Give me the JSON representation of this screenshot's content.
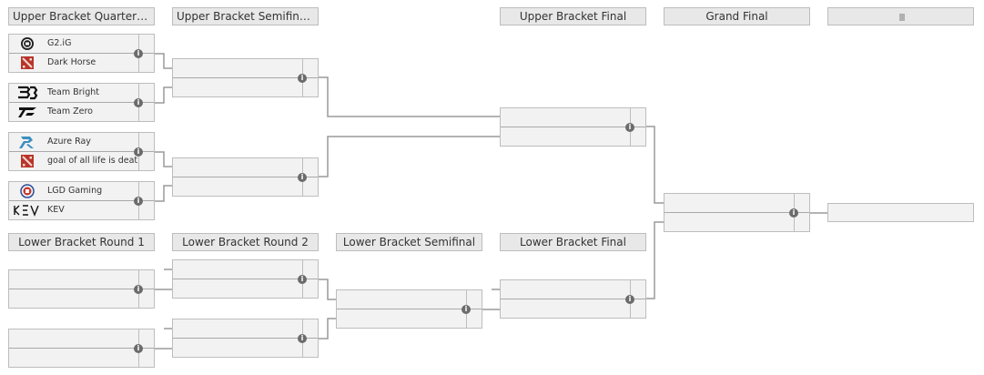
{
  "headers": {
    "ubqf": "Upper Bracket Quarterfin...",
    "ubsf": "Upper Bracket Semifinals",
    "ubf": "Upper Bracket Final",
    "gf": "Grand Final",
    "lbr1": "Lower Bracket Round 1",
    "lbr2": "Lower Bracket Round 2",
    "lbsf": "Lower Bracket Semifinal",
    "lbf": "Lower Bracket Final"
  },
  "teams": {
    "m1_top": "G2.iG",
    "m1_bottom": "Dark Horse",
    "m2_top": "Team Bright",
    "m2_bottom": "Team Zero",
    "m3_top": "Azure Ray",
    "m3_bottom": "goal of all life is death",
    "m4_top": "LGD Gaming",
    "m4_bottom": "KEV"
  },
  "info_symbol": "i",
  "logo_icons": {
    "g2ig": "g2ig-logo-icon",
    "dota": "dota2-logo-icon",
    "bright": "team-bright-logo-icon",
    "zero": "team-zero-logo-icon",
    "azure": "azure-ray-logo-icon",
    "lgd": "lgd-logo-icon",
    "kev": "kev-logo-icon"
  },
  "colors": {
    "dota_red": "#b8352a",
    "lgd_blue": "#2a4a9a",
    "azure_blue": "#3a8fc0",
    "line": "#9a9a9a",
    "match_bg": "#f2f2f2"
  }
}
